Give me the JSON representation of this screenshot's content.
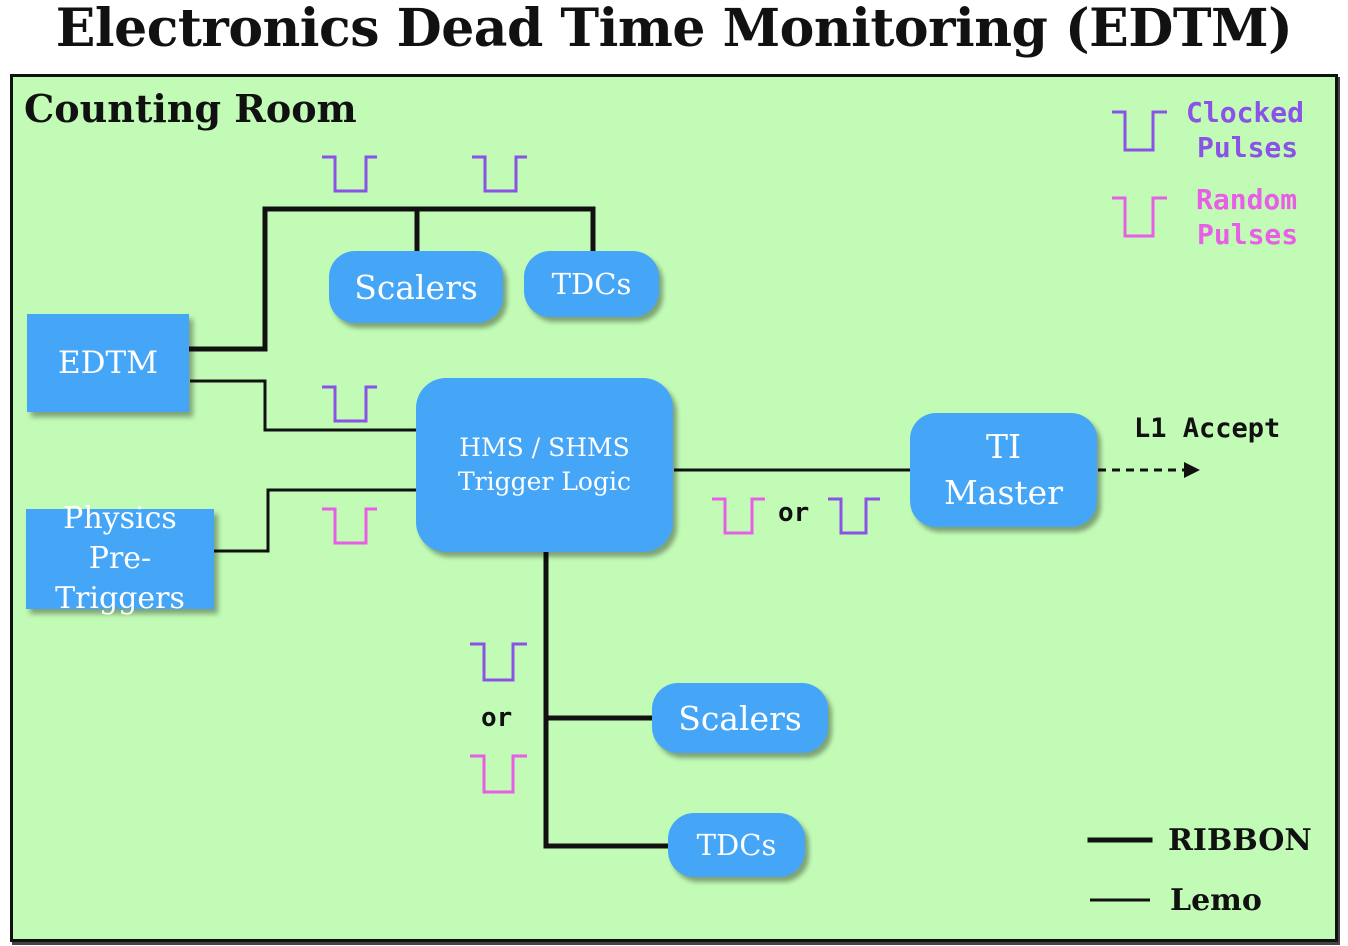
{
  "title": "Electronics Dead Time Monitoring (EDTM)",
  "room_label": "Counting Room",
  "legend": {
    "clocked_line1": "Clocked",
    "clocked_line2": "Pulses",
    "random_line1": "Random",
    "random_line2": "Pulses",
    "ribbon": "RIBBON",
    "lemo": "Lemo"
  },
  "boxes": {
    "edtm": "EDTM",
    "scalers_top": "Scalers",
    "tdcs_top": "TDCs",
    "physics_line1": "Physics",
    "physics_line2": "Pre-Triggers",
    "trigger_line1": "HMS / SHMS",
    "trigger_line2": "Trigger Logic",
    "ti_line1": "TI",
    "ti_line2": "Master",
    "scalers_bottom": "Scalers",
    "tdcs_bottom": "TDCs"
  },
  "labels": {
    "or_right": "or",
    "or_bottom": "or",
    "l1_accept": "L1 Accept"
  },
  "colors": {
    "background": "#c2fbb6",
    "box": "#45a6f8",
    "clocked": "#8a52e6",
    "random": "#e85ee6"
  }
}
